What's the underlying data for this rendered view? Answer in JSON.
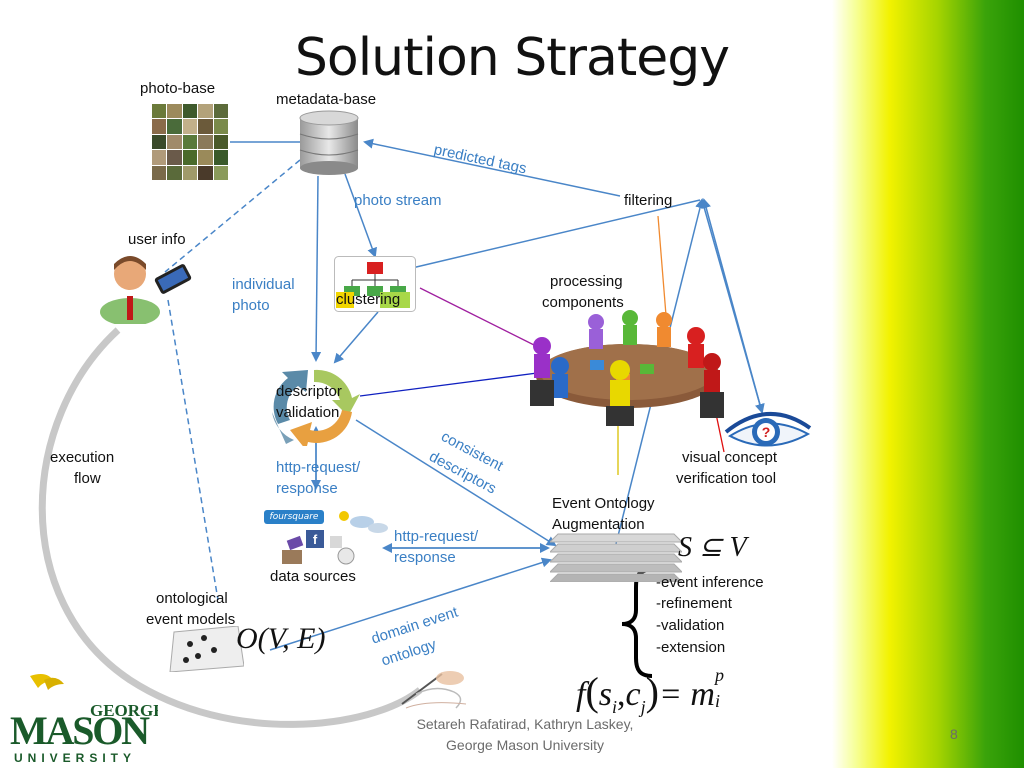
{
  "title": "Solution Strategy",
  "labels": {
    "photo_base": "photo-base",
    "metadata_base": "metadata-base",
    "predicted_tags": "predicted tags",
    "photo_stream": "photo stream",
    "filtering": "filtering",
    "user_info": "user info",
    "individual_photo_1": "individual",
    "individual_photo_2": "photo",
    "clustering": "clustering",
    "processing_1": "processing",
    "processing_2": "components",
    "descriptor_1": "descriptor",
    "descriptor_2": "validation",
    "consistent_1": "consistent",
    "consistent_2": "descriptors",
    "execution_1": "execution",
    "execution_2": "flow",
    "http_1a": "http-request/",
    "http_1b": "response",
    "visual_1": "visual concept",
    "visual_2": "verification tool",
    "event_ontology_1": "Event Ontology",
    "event_ontology_2": "Augmentation",
    "http_2a": "http-request/",
    "http_2b": "response",
    "data_sources": "data sources",
    "ontological_1": "ontological",
    "ontological_2": "event models",
    "domain_1": "domain event",
    "domain_2": "ontology"
  },
  "steps": [
    "-event inference",
    "-refinement",
    "-validation",
    "-extension"
  ],
  "math": {
    "subset": "S ⊆ V",
    "graph": "O(V, E)",
    "f": "f",
    "s": "s",
    "si": "i",
    "c": "c",
    "cj": "j",
    "eq": "= m",
    "mp": "p",
    "mi": "i"
  },
  "footer": {
    "line1": "Setareh Rafatirad, Kathryn Laskey,",
    "line2": "George Mason University",
    "page": "8"
  },
  "logo": {
    "line1": "GEORGE",
    "line2": "MASON",
    "line3": "UNIVERSITY"
  },
  "colors": {
    "link_blue": "#4a86c8",
    "title": "#111111",
    "accent_green": "#1f8f00"
  }
}
